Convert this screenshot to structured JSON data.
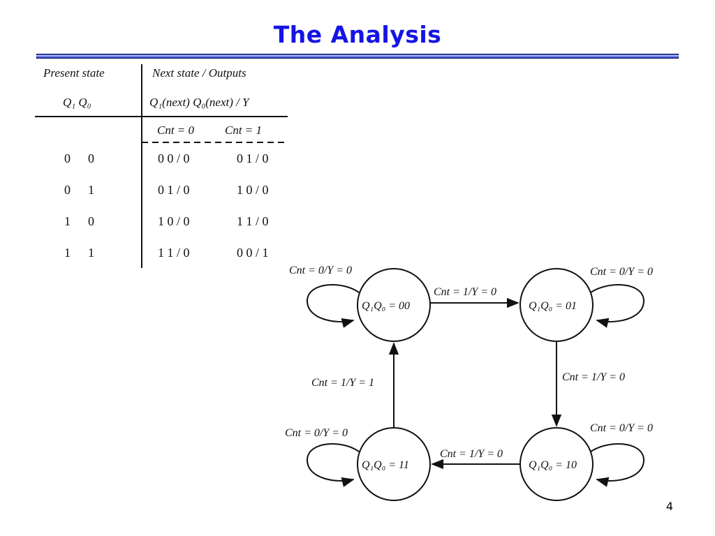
{
  "slide": {
    "title": "The Analysis",
    "page_number": "4"
  },
  "table": {
    "header": {
      "present_state": "Present state",
      "present_vars": "Q₁  Q₀",
      "next_state": "Next state / Outputs",
      "next_vars": "Q₁(next) Q₀(next) / Y",
      "cnt0": "Cnt = 0",
      "cnt1": "Cnt = 1"
    },
    "rows": [
      {
        "q1": "0",
        "q0": "0",
        "cnt0": "0 0 / 0",
        "cnt1": "0 1 / 0"
      },
      {
        "q1": "0",
        "q0": "1",
        "cnt0": "0 1 / 0",
        "cnt1": "1 0 / 0"
      },
      {
        "q1": "1",
        "q0": "0",
        "cnt0": "1 0 / 0",
        "cnt1": "1 1 / 0"
      },
      {
        "q1": "1",
        "q0": "1",
        "cnt0": "1 1 / 0",
        "cnt1": "0 0 / 1"
      }
    ]
  },
  "diagram": {
    "states": {
      "s00": "Q₁Q₀ = 00",
      "s01": "Q₁Q₀ = 01",
      "s10": "Q₁Q₀ = 10",
      "s11": "Q₁Q₀ = 11"
    },
    "labels": {
      "self00": "Cnt = 0/Y = 0",
      "self01": "Cnt = 0/Y = 0",
      "self10": "Cnt = 0/Y = 0",
      "self11": "Cnt = 0/Y = 0",
      "t00_01": "Cnt = 1/Y = 0",
      "t01_10": "Cnt = 1/Y = 0",
      "t10_11": "Cnt = 1/Y = 0",
      "t11_00": "Cnt = 1/Y = 1"
    }
  }
}
